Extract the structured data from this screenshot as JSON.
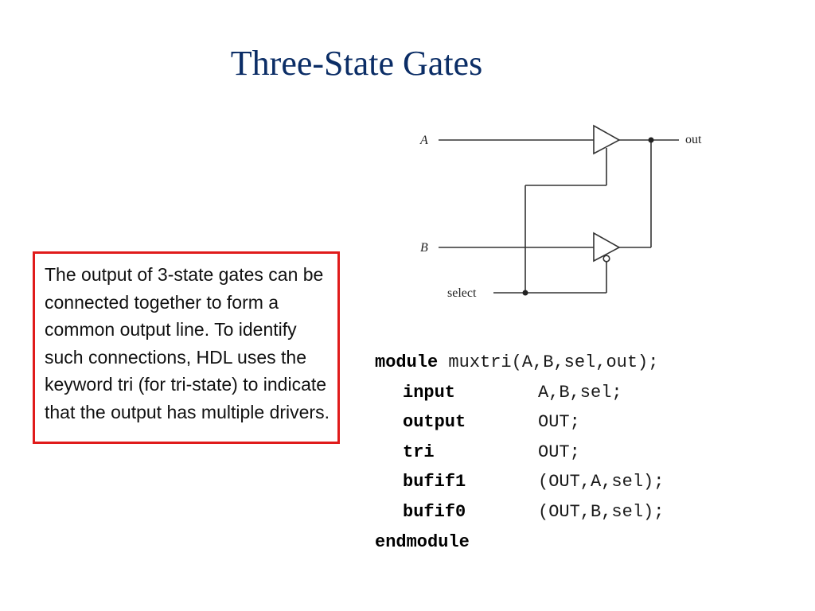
{
  "slide": {
    "title": "Three-State Gates"
  },
  "diagram": {
    "labels": {
      "a": "A",
      "b": "B",
      "select": "select",
      "out": "out"
    }
  },
  "note": {
    "text": "The output of 3-state gates can be connected together to form a common output line. To identify such connections, HDL uses the keyword tri (for tri-state) to indicate that the output has multiple drivers."
  },
  "code": {
    "module_kw": "module",
    "module_sig": " muxtri(A,B,sel,out);",
    "decls": [
      {
        "kw": "input",
        "args": "A,B,sel;"
      },
      {
        "kw": "output",
        "args": "OUT;"
      },
      {
        "kw": "tri",
        "args": "OUT;"
      },
      {
        "kw": "bufif1",
        "args": "(OUT,A,sel);"
      },
      {
        "kw": "bufif0",
        "args": "(OUT,B,sel);"
      }
    ],
    "end_kw": "endmodule"
  }
}
